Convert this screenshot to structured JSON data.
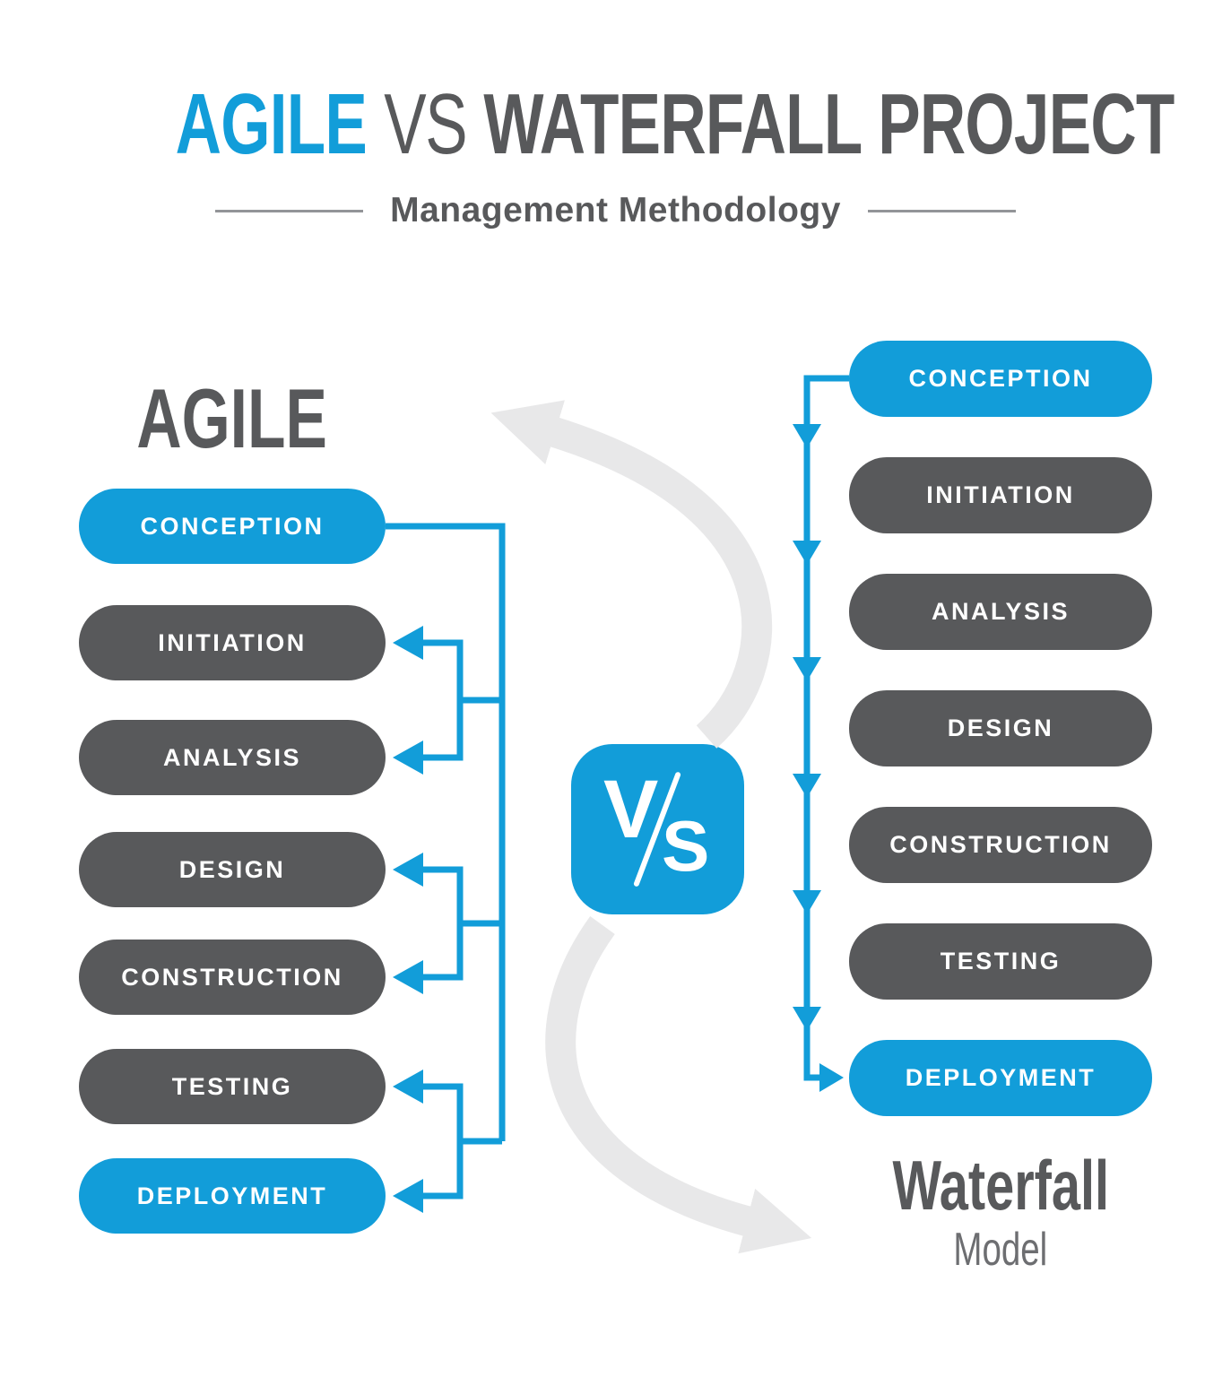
{
  "title": {
    "agile": "AGILE",
    "vs": "VS",
    "rest": "WATERFALL PROJECT",
    "subtitle": "Management Methodology"
  },
  "agile": {
    "heading": "AGILE",
    "stages": [
      {
        "label": "CONCEPTION",
        "emphasis": true
      },
      {
        "label": "INITIATION",
        "emphasis": false
      },
      {
        "label": "ANALYSIS",
        "emphasis": false
      },
      {
        "label": "DESIGN",
        "emphasis": false
      },
      {
        "label": "CONSTRUCTION",
        "emphasis": false
      },
      {
        "label": "TESTING",
        "emphasis": false
      },
      {
        "label": "DEPLOYMENT",
        "emphasis": true
      }
    ]
  },
  "waterfall": {
    "heading": "Waterfall",
    "subheading": "Model",
    "stages": [
      {
        "label": "CONCEPTION",
        "emphasis": true
      },
      {
        "label": "INITIATION",
        "emphasis": false
      },
      {
        "label": "ANALYSIS",
        "emphasis": false
      },
      {
        "label": "DESIGN",
        "emphasis": false
      },
      {
        "label": "CONSTRUCTION",
        "emphasis": false
      },
      {
        "label": "TESTING",
        "emphasis": false
      },
      {
        "label": "DEPLOYMENT",
        "emphasis": true
      }
    ]
  },
  "vs_badge": {
    "v": "V",
    "s": "S"
  },
  "palette": {
    "blue": "#129DD9",
    "dark_gray": "#58595B",
    "model_gray": "#6D6E71",
    "subtitle_line_gray": "#939598",
    "curved_arrow_gray": "#E8E8E9",
    "background": "#FFFFFF"
  }
}
